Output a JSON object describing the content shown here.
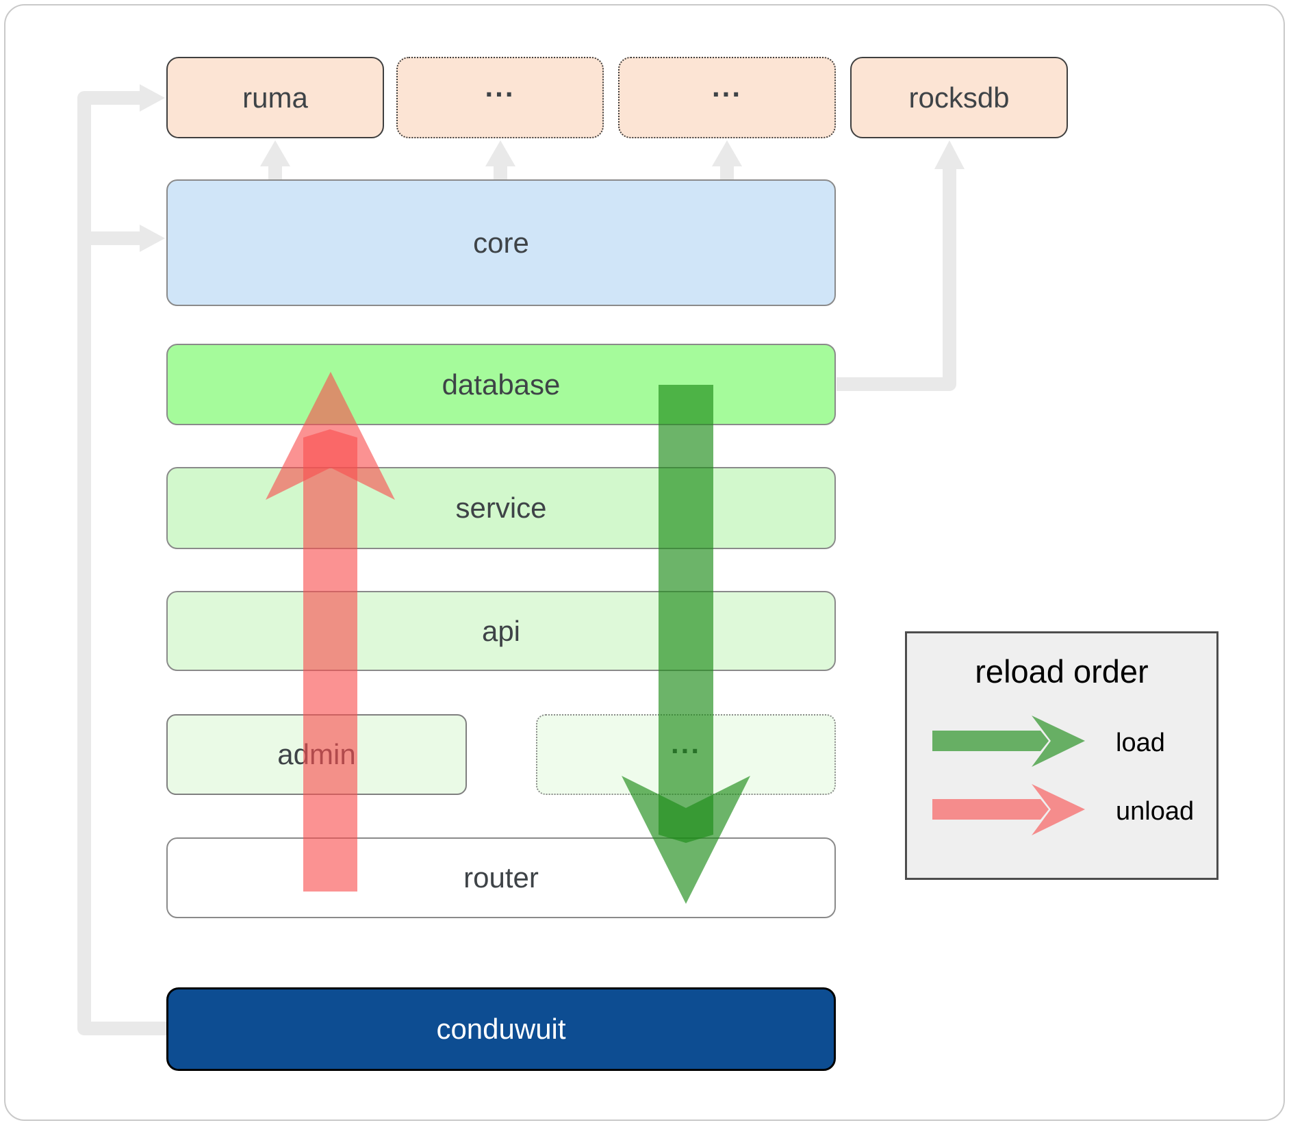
{
  "boxes": {
    "ruma": {
      "label": "ruma"
    },
    "dots_top_1": {
      "label": "..."
    },
    "dots_top_2": {
      "label": "..."
    },
    "rocksdb": {
      "label": "rocksdb"
    },
    "core": {
      "label": "core"
    },
    "database": {
      "label": "database"
    },
    "service": {
      "label": "service"
    },
    "api": {
      "label": "api"
    },
    "admin": {
      "label": "admin"
    },
    "dots_mid": {
      "label": "..."
    },
    "router": {
      "label": "router"
    },
    "conduwuit": {
      "label": "conduwuit"
    }
  },
  "legend": {
    "title": "reload order",
    "items": [
      {
        "label": "load",
        "color": "rgba(29,140,25,0.65)"
      },
      {
        "label": "unload",
        "color": "rgba(248,79,79,0.62)"
      }
    ]
  },
  "colors": {
    "load_arrow": "rgba(29,140,25,0.65)",
    "unload_arrow": "rgba(248,79,79,0.62)",
    "connector_gray": "#e9e9e9",
    "peach_fill": "#fce4d4",
    "core_fill": "#d0e5f8",
    "database_fill": "#a5fb9b",
    "service_fill": "#d2f8cc",
    "api_fill": "#def9d9",
    "admin_fill": "#eafae6",
    "dots_mid_fill": "#effcec",
    "router_fill": "#ffffff",
    "conduwuit_fill": "#0d4d92",
    "legend_bg": "#efefef",
    "label_color": "#3e4347"
  }
}
